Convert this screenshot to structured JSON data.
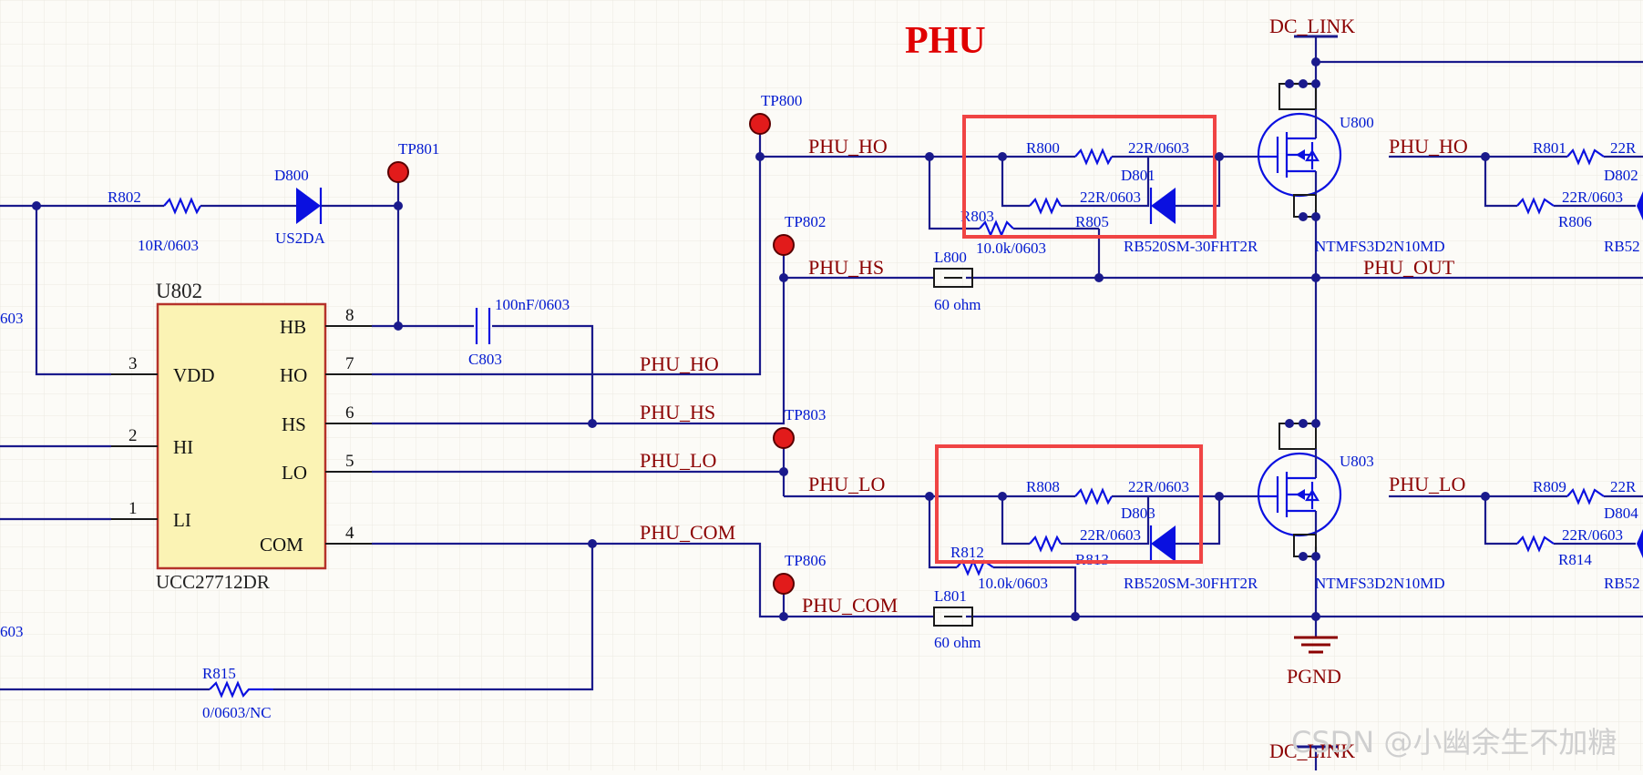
{
  "title": "PHU",
  "watermark": "CSDN @小幽余生不加糖",
  "colors": {
    "wire": "#1a1a8c",
    "net": "#8b0000",
    "component": "#0a10e0",
    "highlight": "#f04444",
    "title": "#e00000"
  },
  "power": {
    "dc_link_top": "DC_LINK",
    "dc_link_bottom": "DC_LINK",
    "pgnd": "PGND"
  },
  "ic": {
    "ref": "U802",
    "part": "UCC27712DR",
    "pins": [
      {
        "name": "VDD",
        "num": "3"
      },
      {
        "name": "HI",
        "num": "2"
      },
      {
        "name": "LI",
        "num": "1"
      },
      {
        "name": "HB",
        "num": "8"
      },
      {
        "name": "HO",
        "num": "7"
      },
      {
        "name": "HS",
        "num": "6"
      },
      {
        "name": "LO",
        "num": "5"
      },
      {
        "name": "COM",
        "num": "4"
      }
    ]
  },
  "nets": {
    "ho_left": "PHU_HO",
    "hs_left": "PHU_HS",
    "lo_left": "PHU_LO",
    "com_left": "PHU_COM",
    "ho_gate": "PHU_HO",
    "hs_mid": "PHU_HS",
    "lo_gate": "PHU_LO",
    "com_mid": "PHU_COM",
    "ho_right": "PHU_HO",
    "lo_right": "PHU_LO",
    "out": "PHU_OUT"
  },
  "parts": {
    "R802": {
      "ref": "R802",
      "val": "10R/0603"
    },
    "D800": {
      "ref": "D800",
      "val": "US2DA"
    },
    "C803": {
      "ref": "C803",
      "val": "100nF/0603"
    },
    "R815": {
      "ref": "R815",
      "val": "0/0603/NC"
    },
    "R800": {
      "ref": "R800",
      "val": "22R/0603"
    },
    "D801": {
      "ref": "D801",
      "val": "RB520SM-30FHT2R"
    },
    "R803": {
      "ref": "R803",
      "val": "10.0k/0603"
    },
    "R805": {
      "ref": "R805",
      "val": "22R/0603"
    },
    "L800": {
      "ref": "L800",
      "val": "60 ohm"
    },
    "U800": {
      "ref": "U800",
      "val": "NTMFS3D2N10MD"
    },
    "R808": {
      "ref": "R808",
      "val": "22R/0603"
    },
    "D803": {
      "ref": "D803",
      "val": "RB520SM-30FHT2R"
    },
    "R812": {
      "ref": "R812",
      "val": "10.0k/0603"
    },
    "R813": {
      "ref": "R813",
      "val": "22R/0603"
    },
    "L801": {
      "ref": "L801",
      "val": "60 ohm"
    },
    "U803": {
      "ref": "U803",
      "val": "NTMFS3D2N10MD"
    },
    "R801": {
      "ref": "R801",
      "val": "22R"
    },
    "D802": {
      "ref": "D802"
    },
    "R806": {
      "ref": "R806",
      "val": "22R/0603"
    },
    "RB52a": {
      "val": "RB52"
    },
    "R809": {
      "ref": "R809",
      "val": "22R"
    },
    "D804": {
      "ref": "D804"
    },
    "R814": {
      "ref": "R814",
      "val": "22R/0603"
    },
    "RB52b": {
      "val": "RB52"
    }
  },
  "testpoints": [
    "TP800",
    "TP801",
    "TP802",
    "TP803",
    "TP806"
  ],
  "edge_labels": [
    "603",
    "603"
  ]
}
